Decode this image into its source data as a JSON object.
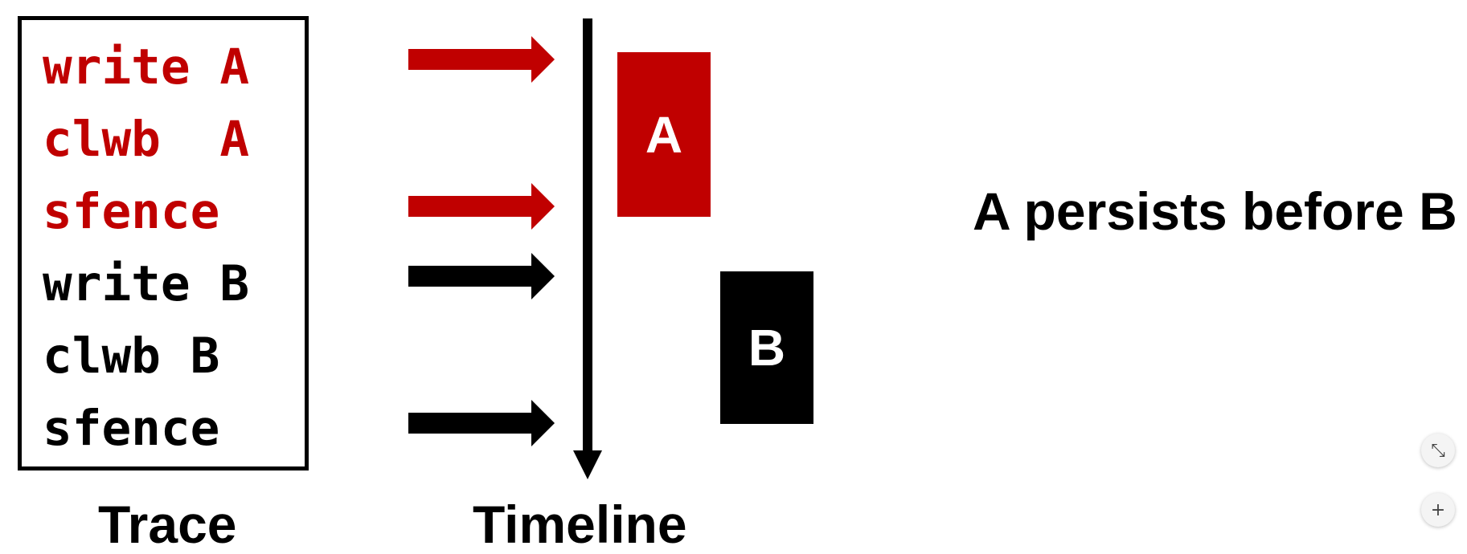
{
  "trace": {
    "label": "Trace",
    "lines": [
      {
        "text": "write A",
        "color": "#c00000"
      },
      {
        "text": "clwb  A",
        "color": "#c00000"
      },
      {
        "text": "sfence",
        "color": "#c00000"
      },
      {
        "text": "write B",
        "color": "#000000"
      },
      {
        "text": "clwb B",
        "color": "#000000"
      },
      {
        "text": "sfence",
        "color": "#000000"
      }
    ]
  },
  "timeline": {
    "label": "Timeline",
    "arrow_colors": [
      "#c00000",
      "#c00000",
      "#000000",
      "#000000"
    ],
    "blocks": [
      {
        "label": "A",
        "color": "#c00000"
      },
      {
        "label": "B",
        "color": "#000000"
      }
    ]
  },
  "conclusion": "A persists before B",
  "controls": {
    "collapse_icon": "collapse-icon",
    "zoom_in_icon": "plus-icon"
  }
}
